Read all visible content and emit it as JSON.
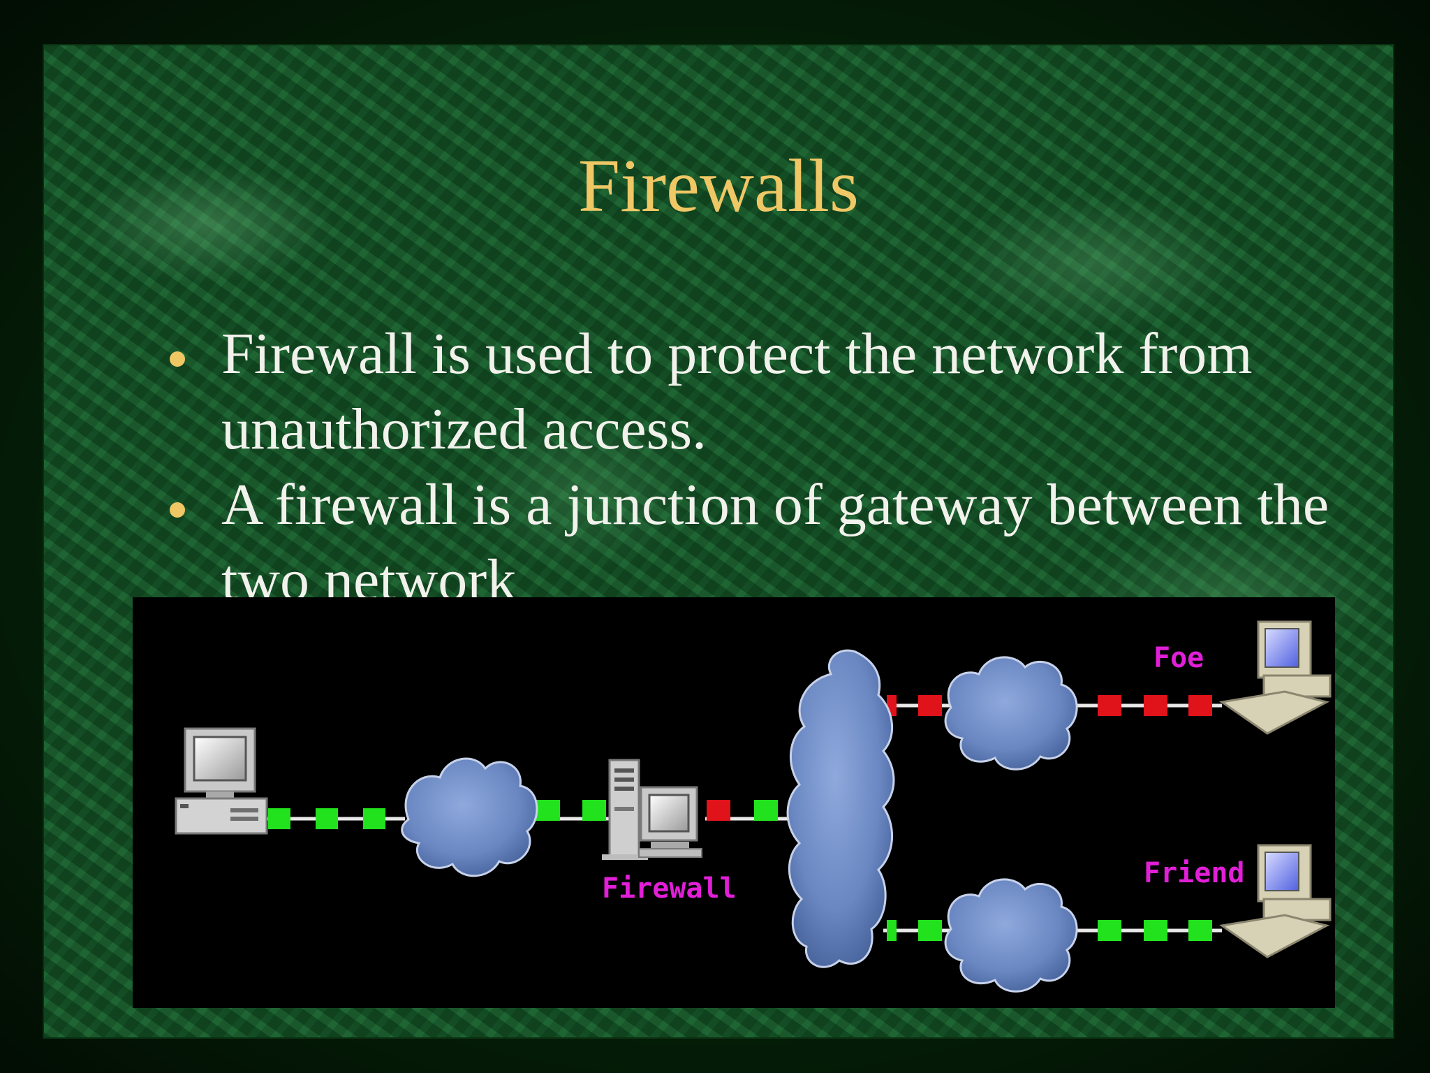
{
  "slide": {
    "title": "Firewalls",
    "bullets": [
      "Firewall is used to protect the network from unauthorized access.",
      "A firewall is a junction of gateway between the two network"
    ]
  },
  "diagram": {
    "labels": {
      "firewall": "Firewall",
      "foe": "Foe",
      "friend": "Friend"
    },
    "colors": {
      "allowed_packet": "#22e21e",
      "blocked_packet": "#e0121a",
      "cloud": "#6f8fc9",
      "label": "#e21fd8",
      "title": "#f0c765"
    }
  }
}
